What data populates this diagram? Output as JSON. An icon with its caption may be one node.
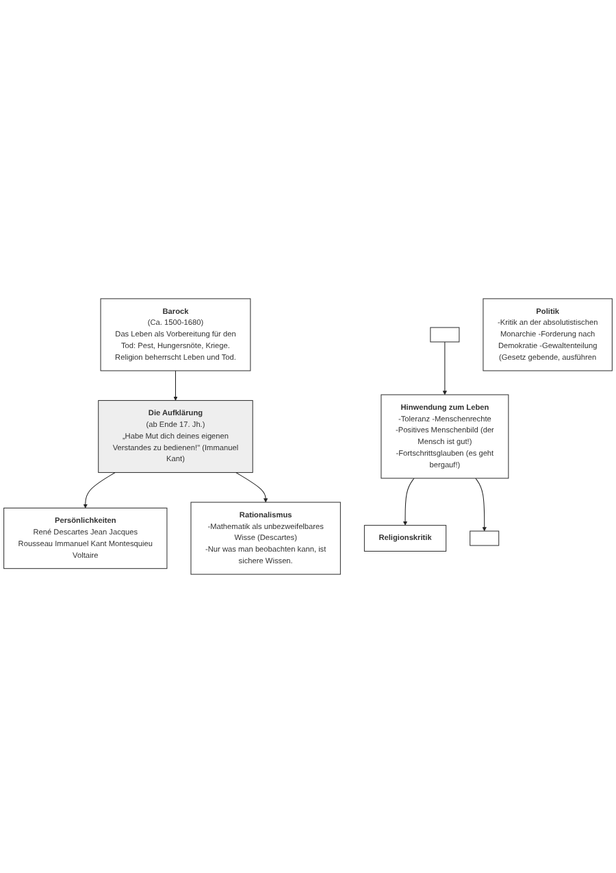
{
  "diagram": {
    "nodes": [
      {
        "text": [
          "Persönlichkeiten",
          "René Descartes Jean Jacques Rousseau Immanuel Kant Montesquieu Voltaire"
        ]
      },
      {
        "text": [
          "Rationalismus",
          "-Mathematik als unbezweifelbares Wisse (Descartes)",
          "-Nur was man beobachten kann, ist sichere Wissen."
        ]
      },
      {
        "text": [
          "Barock",
          "(Ca. 1500-1680)",
          "Das Leben als Vorbereitung für den Tod: Pest, Hungersnöte, Kriege. Religion beherrscht Leben und Tod."
        ]
      },
      {
        "text": [
          "Die Aufklärung",
          "(ab Ende 17. Jh.)",
          "„Habe Mut dich deines eigenen Verstandes zu bedienen!\" (Immanuel Kant)"
        ]
      },
      {
        "text": [],
        "shape": "box"
      },
      {
        "text": [
          "Hinwendung zum Leben",
          "-Toleranz -Menschenrechte -Positives Menschenbild (der Mensch ist gut!) -Fortschrittsglauben (es geht bergauf!)"
        ]
      },
      {
        "text": [
          "Religionskritik"
        ]
      },
      {
        "text": [],
        "shape": "box"
      },
      {
        "text": [
          "Politik",
          "-Kritik an der absolutistischen Monarchie -Forderung nach Demokratie -Gewaltenteilung (Gesetz gebende, ausführen"
        ]
      }
    ],
    "edges": [
      {
        "from": 3,
        "to": 0,
        "arrow": "to"
      },
      {
        "from": 3,
        "to": 1,
        "arrow": "to"
      },
      {
        "from": 2,
        "to": 3,
        "arrow": "to"
      },
      {
        "from": 4,
        "to": 5,
        "arrow": "to"
      },
      {
        "from": 5,
        "to": 6,
        "arrow": "to"
      },
      {
        "from": 5,
        "to": 7,
        "arrow": "to"
      }
    ]
  }
}
